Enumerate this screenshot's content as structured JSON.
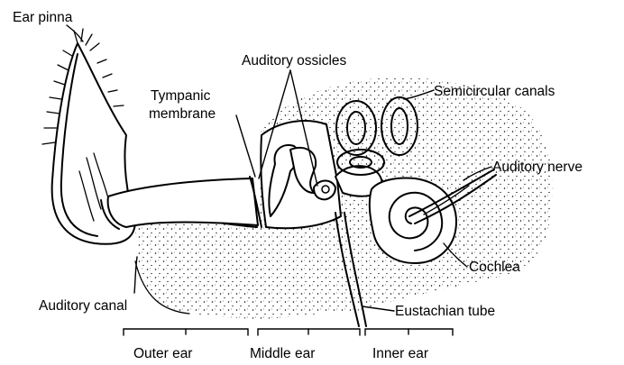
{
  "labels": {
    "ear_pinna": "Ear pinna",
    "auditory_ossicles": "Auditory ossicles",
    "tympanic_membrane_line1": "Tympanic",
    "tympanic_membrane_line2": "membrane",
    "semicircular_canals": "Semicircular canals",
    "auditory_nerve": "Auditory nerve",
    "cochlea": "Cochlea",
    "auditory_canal": "Auditory canal",
    "eustachian_tube": "Eustachian tube"
  },
  "regions": {
    "outer_ear": "Outer ear",
    "middle_ear": "Middle ear",
    "inner_ear": "Inner ear"
  }
}
